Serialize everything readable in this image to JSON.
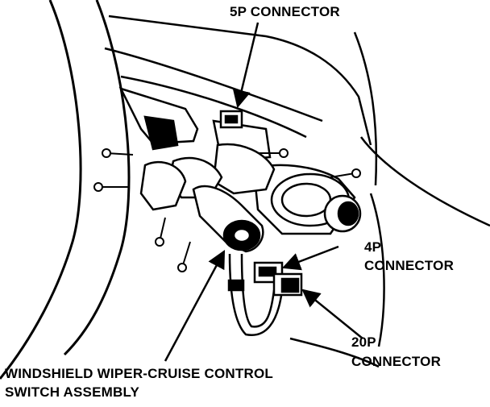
{
  "callouts": {
    "connector_5p": "5P CONNECTOR",
    "connector_4p_line1": "4P",
    "connector_4p_line2": "CONNECTOR",
    "connector_20p_line1": "20P",
    "connector_20p_line2": "CONNECTOR",
    "assembly_line1": "WINDSHIELD WIPER-CRUISE CONTROL",
    "assembly_line2": "SWITCH ASSEMBLY"
  }
}
